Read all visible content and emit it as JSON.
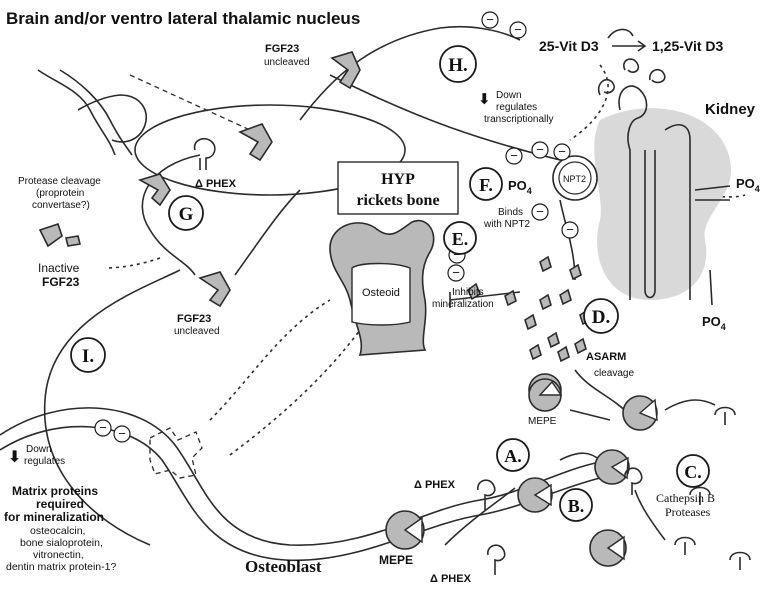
{
  "header": {
    "title": "Brain and/or ventro lateral thalamic nucleus"
  },
  "kidney_label": "Kidney",
  "vitamin_d": {
    "precursor": "25-Vit D3",
    "product": "1,25-Vit D3"
  },
  "fgf23": {
    "top_name": "FGF23",
    "top_state": "uncleaved",
    "bottom_name": "FGF23",
    "bottom_state": "uncleaved",
    "inactive_line1": "Inactive",
    "inactive_line2": "FGF23"
  },
  "phex": {
    "top": "Δ PHEX",
    "mid": "Δ PHEX",
    "bottom": "Δ PHEX"
  },
  "protease_note": {
    "line1": "Protease cleavage",
    "line2": "(proprotein",
    "line3": "convertase?)"
  },
  "hyp_box": {
    "line1": "HYP",
    "line2": "rickets bone"
  },
  "osteoid": "Osteoid",
  "steps": {
    "A": "A.",
    "B": "B.",
    "C": "C.",
    "D": "D.",
    "E": "E.",
    "F": "F.",
    "G": "G",
    "H": "H.",
    "I": "I."
  },
  "h_note": {
    "arrow": "⬇",
    "line1": "Down",
    "line2": "regulates",
    "line3": "transcriptionally"
  },
  "f_note": {
    "label": "PO",
    "sub": "4",
    "binds1": "Binds",
    "binds2": "with NPT2"
  },
  "npt2": "NPT2",
  "po4_right": {
    "label": "PO",
    "sub": "4"
  },
  "po4_bottom": {
    "label": "PO",
    "sub": "4"
  },
  "e_note": {
    "line1": "Inhibits",
    "line2": "mineralization"
  },
  "asarm": "ASARM",
  "cleavage": "cleavage",
  "mepe": {
    "upper": "MEPE",
    "lower": "MEPE"
  },
  "cathepsin": {
    "line1": "Cathepsin B",
    "line2": "Proteases"
  },
  "i_note": {
    "arrow": "⬇",
    "line1": "Down",
    "line2": "regulates"
  },
  "matrix": {
    "line1": "Matrix proteins",
    "line2": "required",
    "line3": "for mineralization",
    "line4": "osteocalcin,",
    "line5": "bone sialoprotein,",
    "line6": "vitronectin,",
    "line7": "dentin matrix protein-1?"
  },
  "osteoblast": "Osteoblast",
  "minus_symbol": "−"
}
